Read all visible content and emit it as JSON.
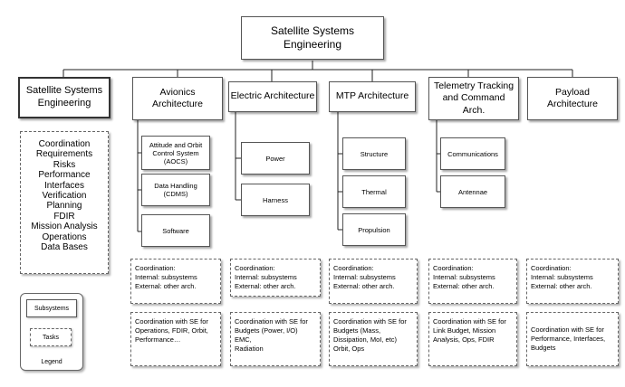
{
  "top": "Satellite Systems Engineering",
  "left_box": "Satellite Systems Engineering",
  "tasks": [
    "Coordination",
    "Requirements",
    "Risks",
    "Performance",
    "Interfaces",
    "Verification",
    "Planning",
    "FDIR",
    "Mission Analysis",
    "Operations",
    "Data Bases"
  ],
  "columns": [
    {
      "title": "Avionics Architecture",
      "subsystems": [
        "Attitude and Orbit Control System (AOCS)",
        "Data Handling (CDMS)",
        "Software"
      ],
      "coord": [
        "Coordination:",
        "Internal: subsystems",
        "External: other arch."
      ],
      "se": [
        "Coordination with SE for",
        "Operations, FDIR, Orbit,",
        "Performance…"
      ]
    },
    {
      "title": "Electric Architecture",
      "subsystems": [
        "Power",
        "Harness"
      ],
      "coord": [
        "Coordination:",
        "Internal: subsystems",
        "External: other arch."
      ],
      "se": [
        "Coordination with SE for",
        "Budgets (Power, I/O)",
        "EMC,",
        "Radiation"
      ]
    },
    {
      "title": "MTP Architecture",
      "subsystems": [
        "Structure",
        "Thermal",
        "Propulsion"
      ],
      "coord": [
        "Coordination:",
        "Internal: subsystems",
        "External: other arch."
      ],
      "se": [
        "Coordination with SE for",
        "Budgets (Mass,",
        "Dissipation, MoI, etc)",
        "Orbit, Ops"
      ]
    },
    {
      "title": "Telemetry Tracking and Command Arch.",
      "subsystems": [
        "Communications",
        "Antennae"
      ],
      "coord": [
        "Coordination:",
        "Internal: subsystems",
        "External: other arch."
      ],
      "se": [
        "Coordination with SE for",
        "Link Budget, Mission",
        "Analysis, Ops, FDIR"
      ]
    },
    {
      "title": "Payload Architecture",
      "subsystems": [],
      "coord": [
        "Coordination:",
        "Internal: subsystems",
        "External: other arch."
      ],
      "se": [
        "Coordination with SE for",
        "Performance, Interfaces,",
        "Budgets"
      ]
    }
  ],
  "legend": {
    "subsystems": "Subsystems",
    "tasks": "Tasks",
    "title": "Legend"
  }
}
